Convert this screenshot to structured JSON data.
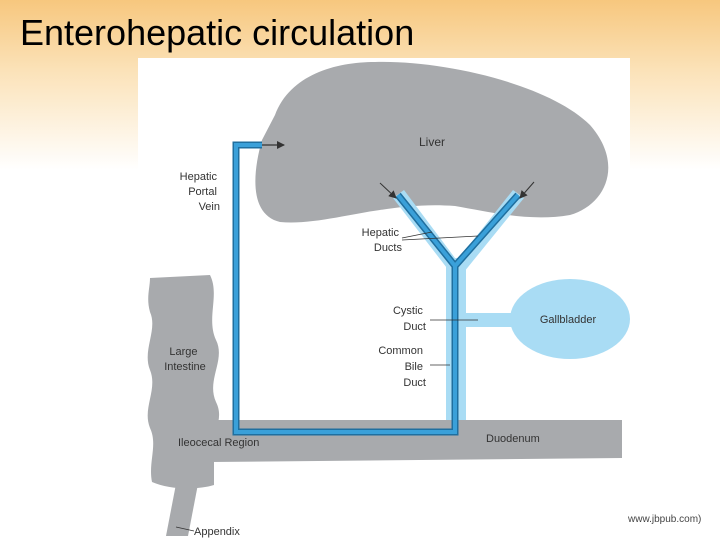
{
  "slide": {
    "title": "Enterohepatic circulation"
  },
  "diagram": {
    "labels": {
      "liver": "Liver",
      "hepatic_portal_vein": [
        "Hepatic",
        "Portal",
        "Vein"
      ],
      "hepatic_ducts": [
        "Hepatic",
        "Ducts"
      ],
      "cystic_duct": [
        "Cystic",
        "Duct"
      ],
      "gallbladder": "Gallbladder",
      "common_bile_duct": [
        "Common",
        "Bile",
        "Duct"
      ],
      "large_intestine": [
        "Large",
        "Intestine"
      ],
      "ileocecal_region": "Ileocecal Region",
      "duodenum": "Duodenum",
      "appendix": "Appendix"
    },
    "colors": {
      "organ": "#a8aaad",
      "bile": "#a9dcf4",
      "pathway": "#3aa0d9",
      "pathway_dark": "#1f6f9f",
      "leader": "#333333"
    }
  },
  "credit": "www.jbpub.com)"
}
